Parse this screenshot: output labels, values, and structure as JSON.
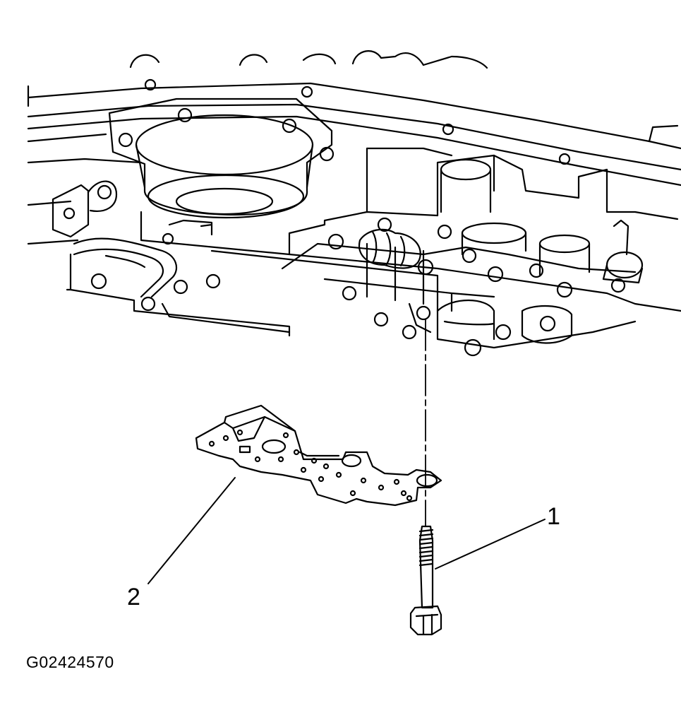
{
  "callouts": {
    "bolt": "1",
    "plate": "2"
  },
  "figure_id": "G02424570",
  "colors": {
    "line": "#000000",
    "background": "#ffffff"
  }
}
